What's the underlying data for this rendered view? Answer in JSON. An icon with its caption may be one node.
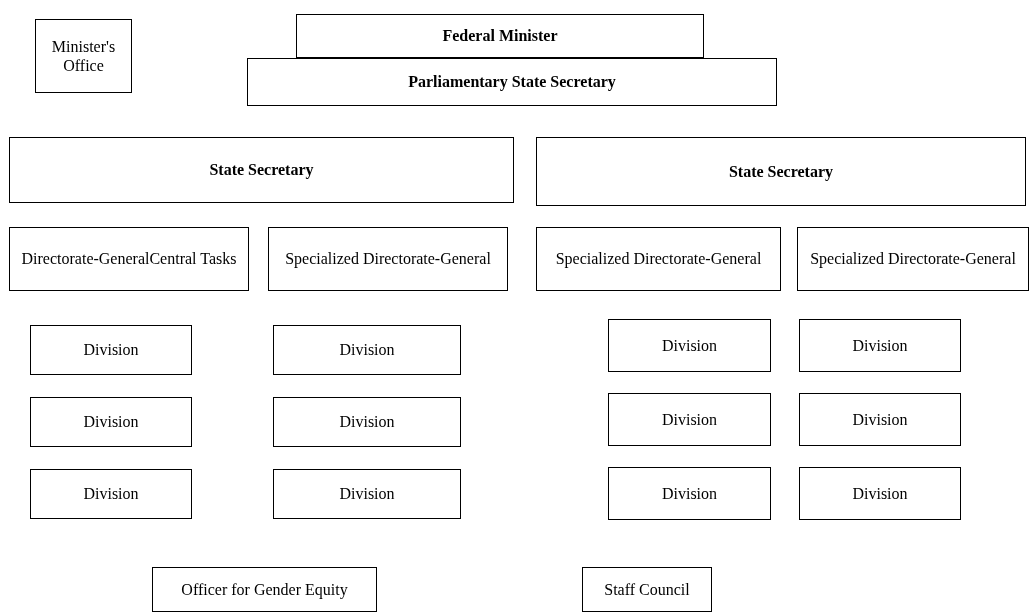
{
  "diagram": {
    "nodes": [
      {
        "text": [
          "Minister's Office"
        ]
      },
      {
        "text": [
          "Federal Minister"
        ]
      },
      {
        "text": [
          "Parliamentary State Secretary"
        ]
      },
      {
        "text": [
          "State Secretary"
        ]
      },
      {
        "text": [
          "State Secretary"
        ]
      },
      {
        "text": [
          "Directorate-GeneralCentral Tasks"
        ]
      },
      {
        "text": [
          "Specialized Directorate-General"
        ]
      },
      {
        "text": [
          "Specialized Directorate-General"
        ]
      },
      {
        "text": [
          "Specialized Directorate-General"
        ]
      },
      {
        "text": [
          "Division"
        ]
      },
      {
        "text": [
          "Division"
        ]
      },
      {
        "text": [
          "Division"
        ]
      },
      {
        "text": [
          "Division"
        ]
      },
      {
        "text": [
          "Division"
        ]
      },
      {
        "text": [
          "Division"
        ]
      },
      {
        "text": [
          "Division"
        ]
      },
      {
        "text": [
          "Division"
        ]
      },
      {
        "text": [
          "Division"
        ]
      },
      {
        "text": [
          "Division"
        ]
      },
      {
        "text": [
          "Division"
        ]
      },
      {
        "text": [
          "Division"
        ]
      },
      {
        "text": [
          "Officer for Gender Equity"
        ]
      },
      {
        "text": [
          "Staff Council"
        ]
      }
    ]
  }
}
